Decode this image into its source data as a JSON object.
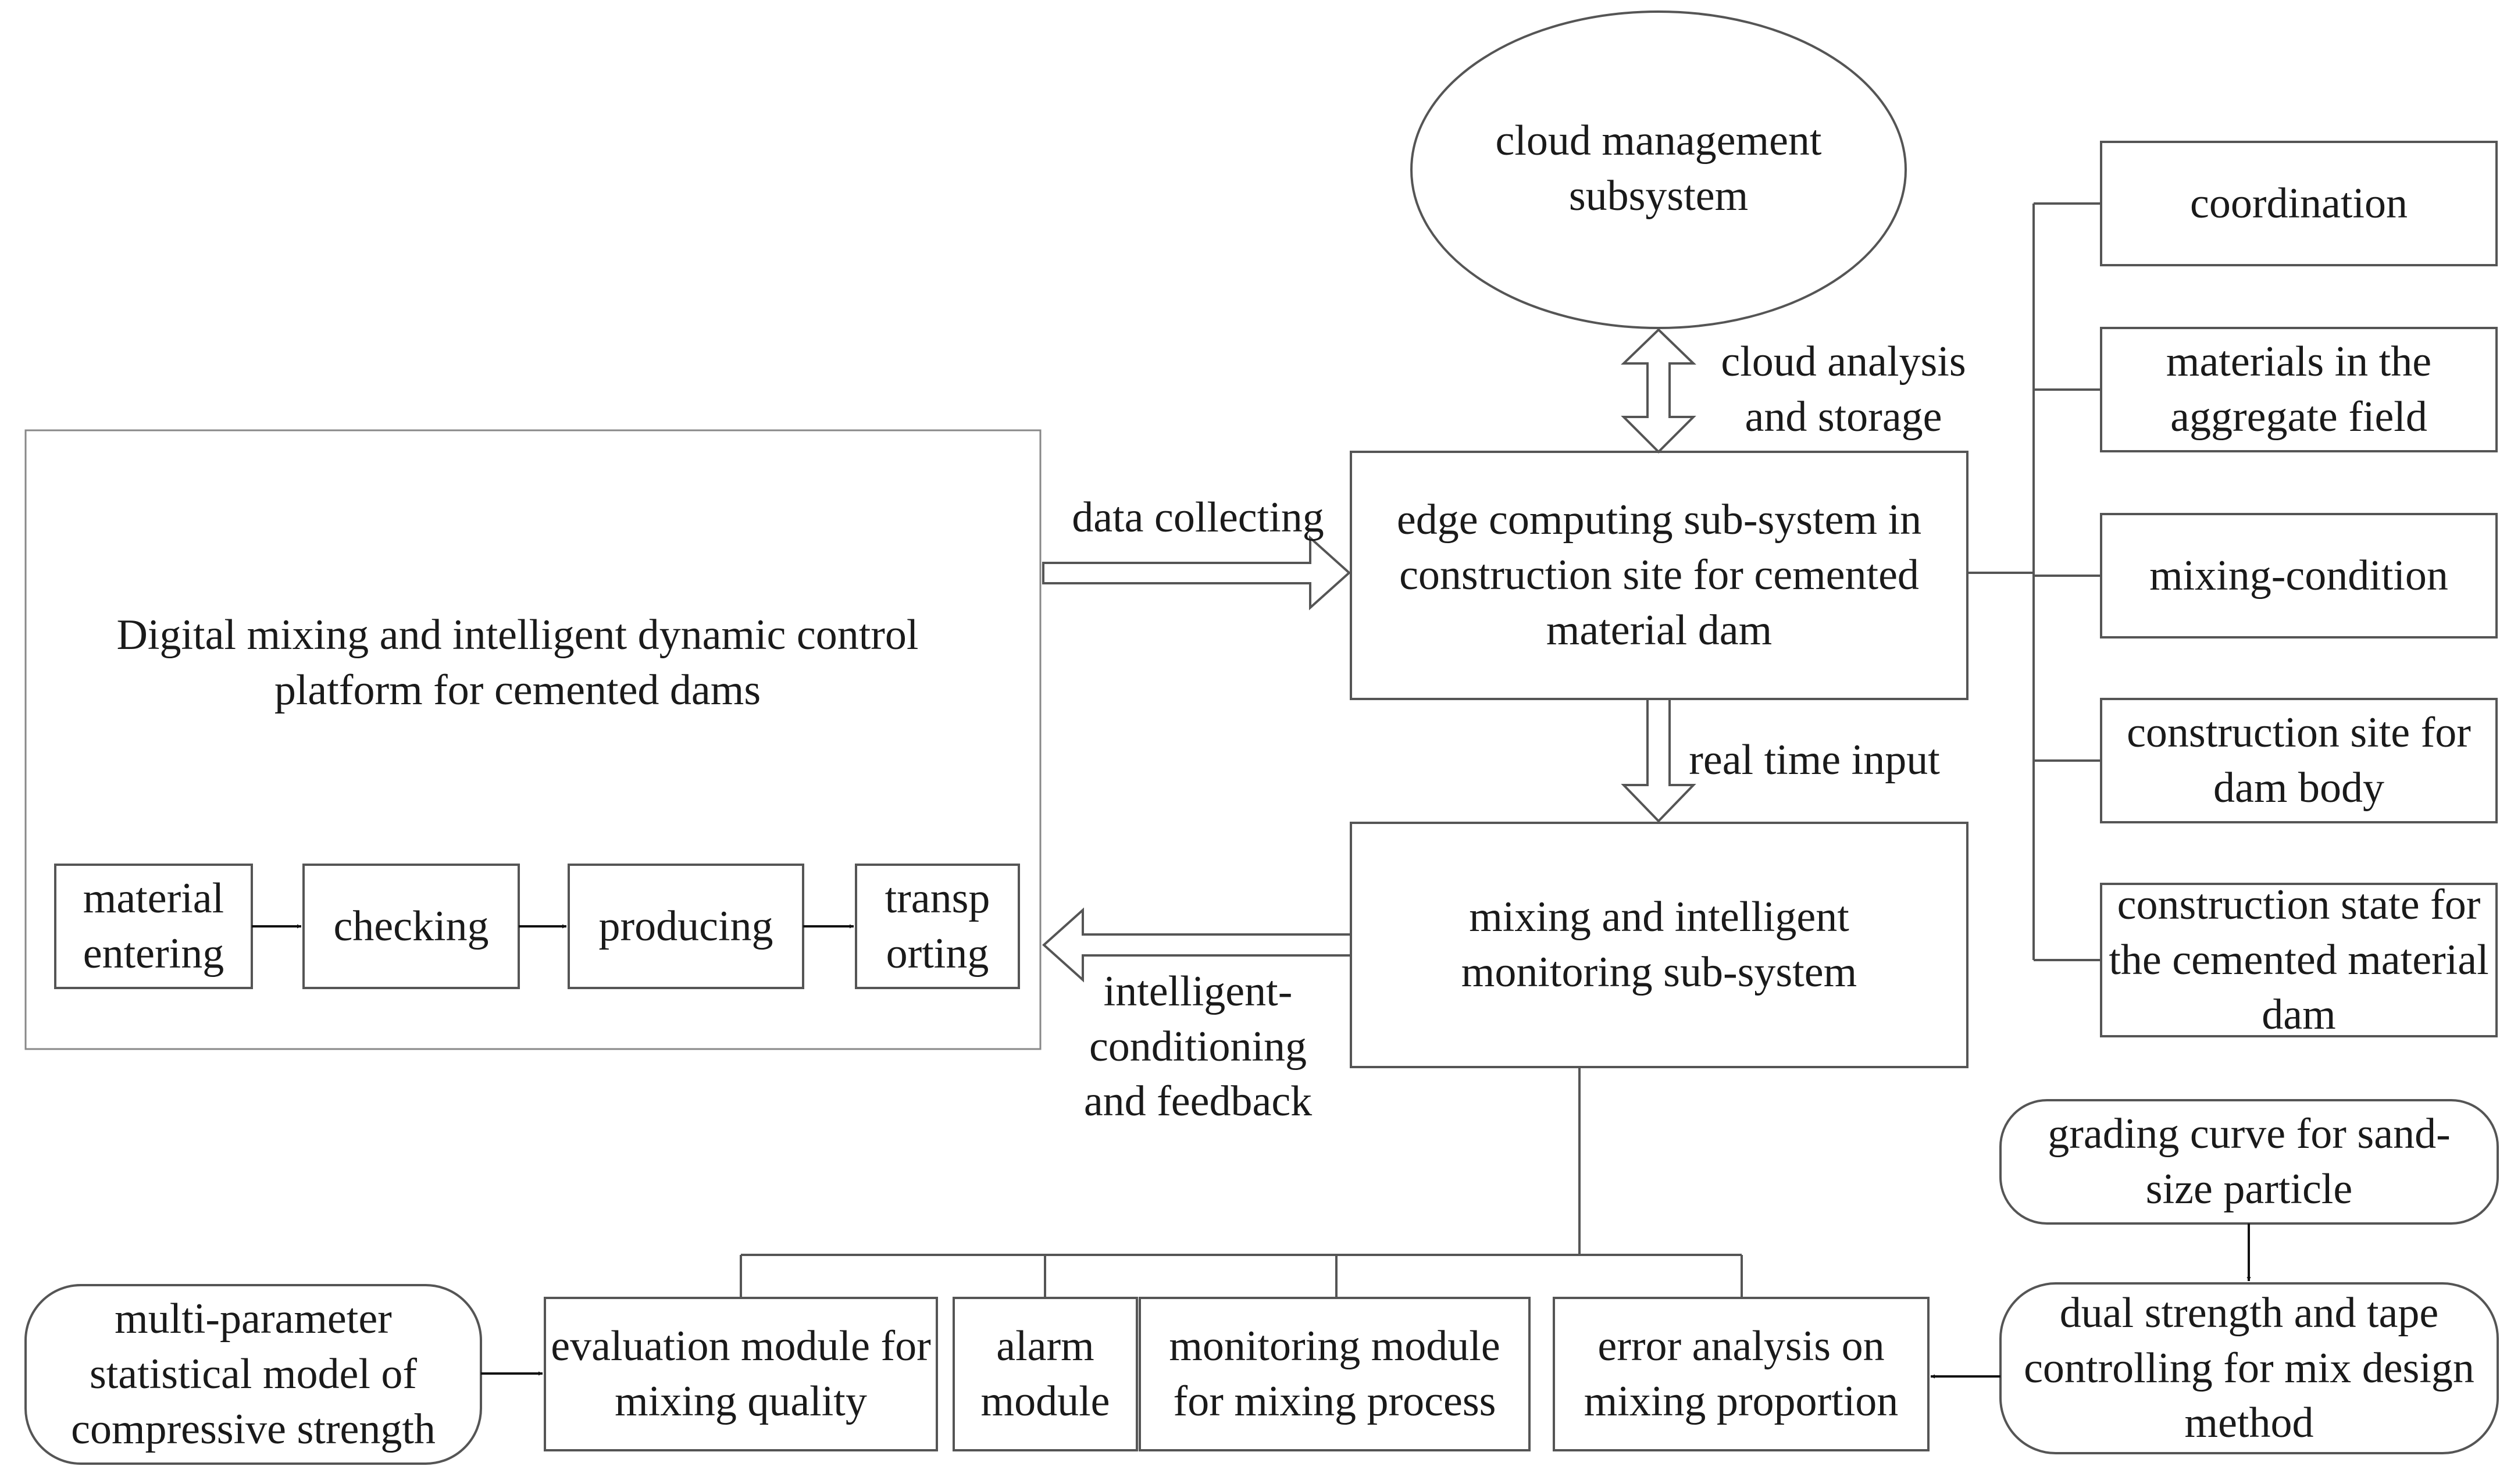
{
  "platform": {
    "title": "Digital mixing and intelligent dynamic control platform for cemented dams",
    "steps": [
      "material entering",
      "checking",
      "producing",
      "transp orting"
    ]
  },
  "cloud": {
    "label": "cloud management subsystem"
  },
  "edge": {
    "label": "edge computing sub-system in construction site for cemented material dam"
  },
  "monitoring": {
    "label": "mixing and intelligent monitoring sub-system"
  },
  "arrows": {
    "cloud_analysis": "cloud analysis and storage",
    "data_collecting": "data collecting",
    "real_time_input": "real time input",
    "feedback": "intelligent-conditioning and feedback"
  },
  "factors": [
    "coordination",
    "materials in the aggregate field",
    "mixing-condition",
    "construction site for dam body",
    "construction state for the cemented material dam"
  ],
  "modules": [
    "evaluation module for mixing quality",
    "alarm module",
    "monitoring module for mixing process",
    "error analysis on mixing proportion"
  ],
  "left_model": "multi-parameter statistical model of compressive strength",
  "right_models": {
    "grading": "grading curve for sand-size particle",
    "dual": "dual strength and tape controlling for mix design method"
  },
  "colors": {
    "stroke": "#555555",
    "text": "#1a1a1a",
    "background": "#ffffff"
  }
}
